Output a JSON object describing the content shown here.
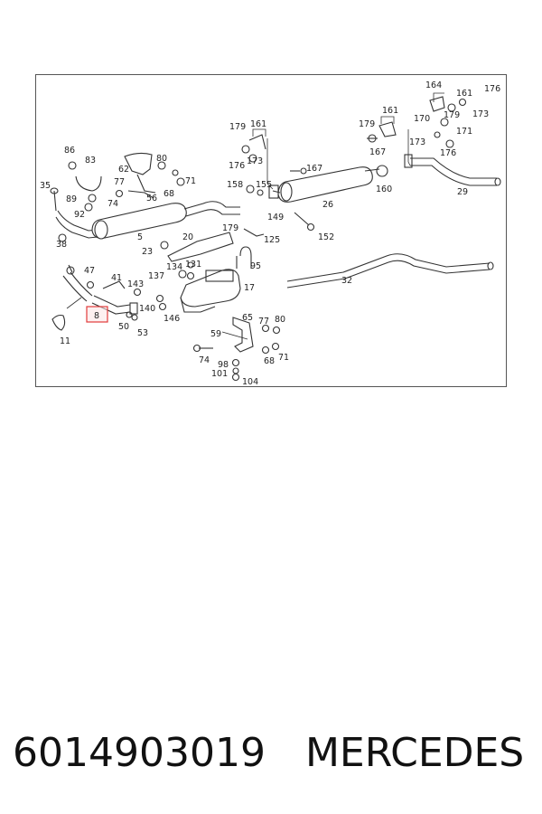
{
  "labels": {
    "l86": "86",
    "l83": "83",
    "l62": "62",
    "l80a": "80",
    "l35": "35",
    "l77a": "77",
    "l71a": "71",
    "l89": "89",
    "l74a": "74",
    "l68a": "68",
    "l56": "56",
    "l92": "92",
    "l38": "38",
    "l5": "5",
    "l179a": "179",
    "l161a": "161",
    "l176a": "176",
    "l173a": "173",
    "l158": "158",
    "l155": "155",
    "l167a": "167",
    "l149": "149",
    "l26": "26",
    "l160": "160",
    "l152": "152",
    "l179b": "179",
    "l161b": "161",
    "l170": "170",
    "l167b": "167",
    "l173b": "173",
    "l164": "164",
    "l161c": "161",
    "l176b": "176",
    "l179c": "179",
    "l173c": "173",
    "l171": "171",
    "l176c": "176",
    "l29": "29",
    "l20": "20",
    "l179d": "179",
    "l125": "125",
    "l23": "23",
    "l134": "134",
    "l131": "131",
    "l95": "95",
    "l137": "137",
    "l17": "17",
    "l32": "32",
    "l47": "47",
    "l41": "41",
    "l143": "143",
    "l140": "140",
    "l146": "146",
    "l8": "8",
    "l50": "50",
    "l53": "53",
    "l11": "11",
    "l65": "65",
    "l77b": "77",
    "l80b": "80",
    "l59": "59",
    "l74b": "74",
    "l68b": "68",
    "l71b": "71",
    "l98": "98",
    "l101": "101",
    "l104": "104"
  },
  "caption": {
    "part_number": "6014903019",
    "brand": "MERCEDES"
  },
  "colors": {
    "highlight": "#e23b3b",
    "highlight_fill": "#fbe3e3",
    "line": "#333333"
  }
}
